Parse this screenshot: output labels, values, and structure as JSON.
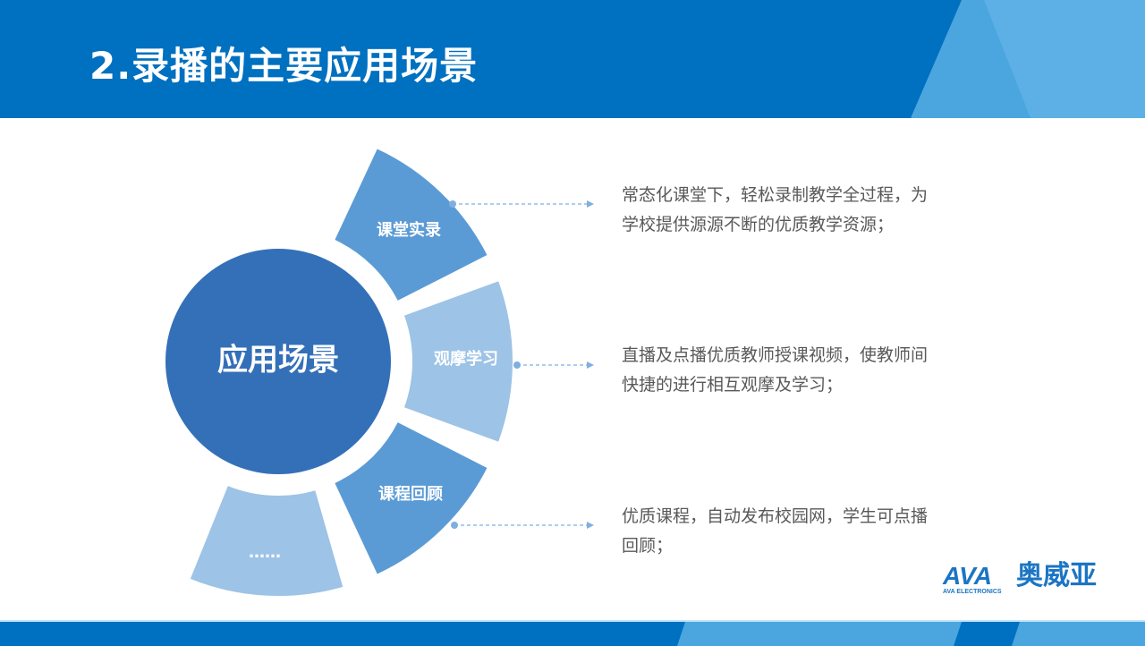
{
  "header": {
    "title": "2.录播的主要应用场景"
  },
  "diagram": {
    "center_label": "应用场景",
    "segments": [
      {
        "label": "课堂实录",
        "color": "#5b9bd5"
      },
      {
        "label": "观摩学习",
        "color": "#9dc3e6"
      },
      {
        "label": "课程回顾",
        "color": "#5b9bd5"
      },
      {
        "label": "……",
        "color": "#9dc3e6"
      }
    ],
    "center_color": "#3470b8",
    "connector_color": "#7fafe0"
  },
  "descriptions": [
    {
      "line1": "常态化课堂下，轻松录制教学全过程，为",
      "line2": "学校提供源源不断的优质教学资源；"
    },
    {
      "line1": "直播及点播优质教师授课视频，使教师间",
      "line2": "快捷的进行相互观摩及学习；"
    },
    {
      "line1": "优质课程，自动发布校园网，学生可点播",
      "line2": "回顾；"
    }
  ],
  "logo": {
    "mark": "AVA",
    "sub": "AVA ELECTRONICS",
    "name": "奥威亚"
  }
}
